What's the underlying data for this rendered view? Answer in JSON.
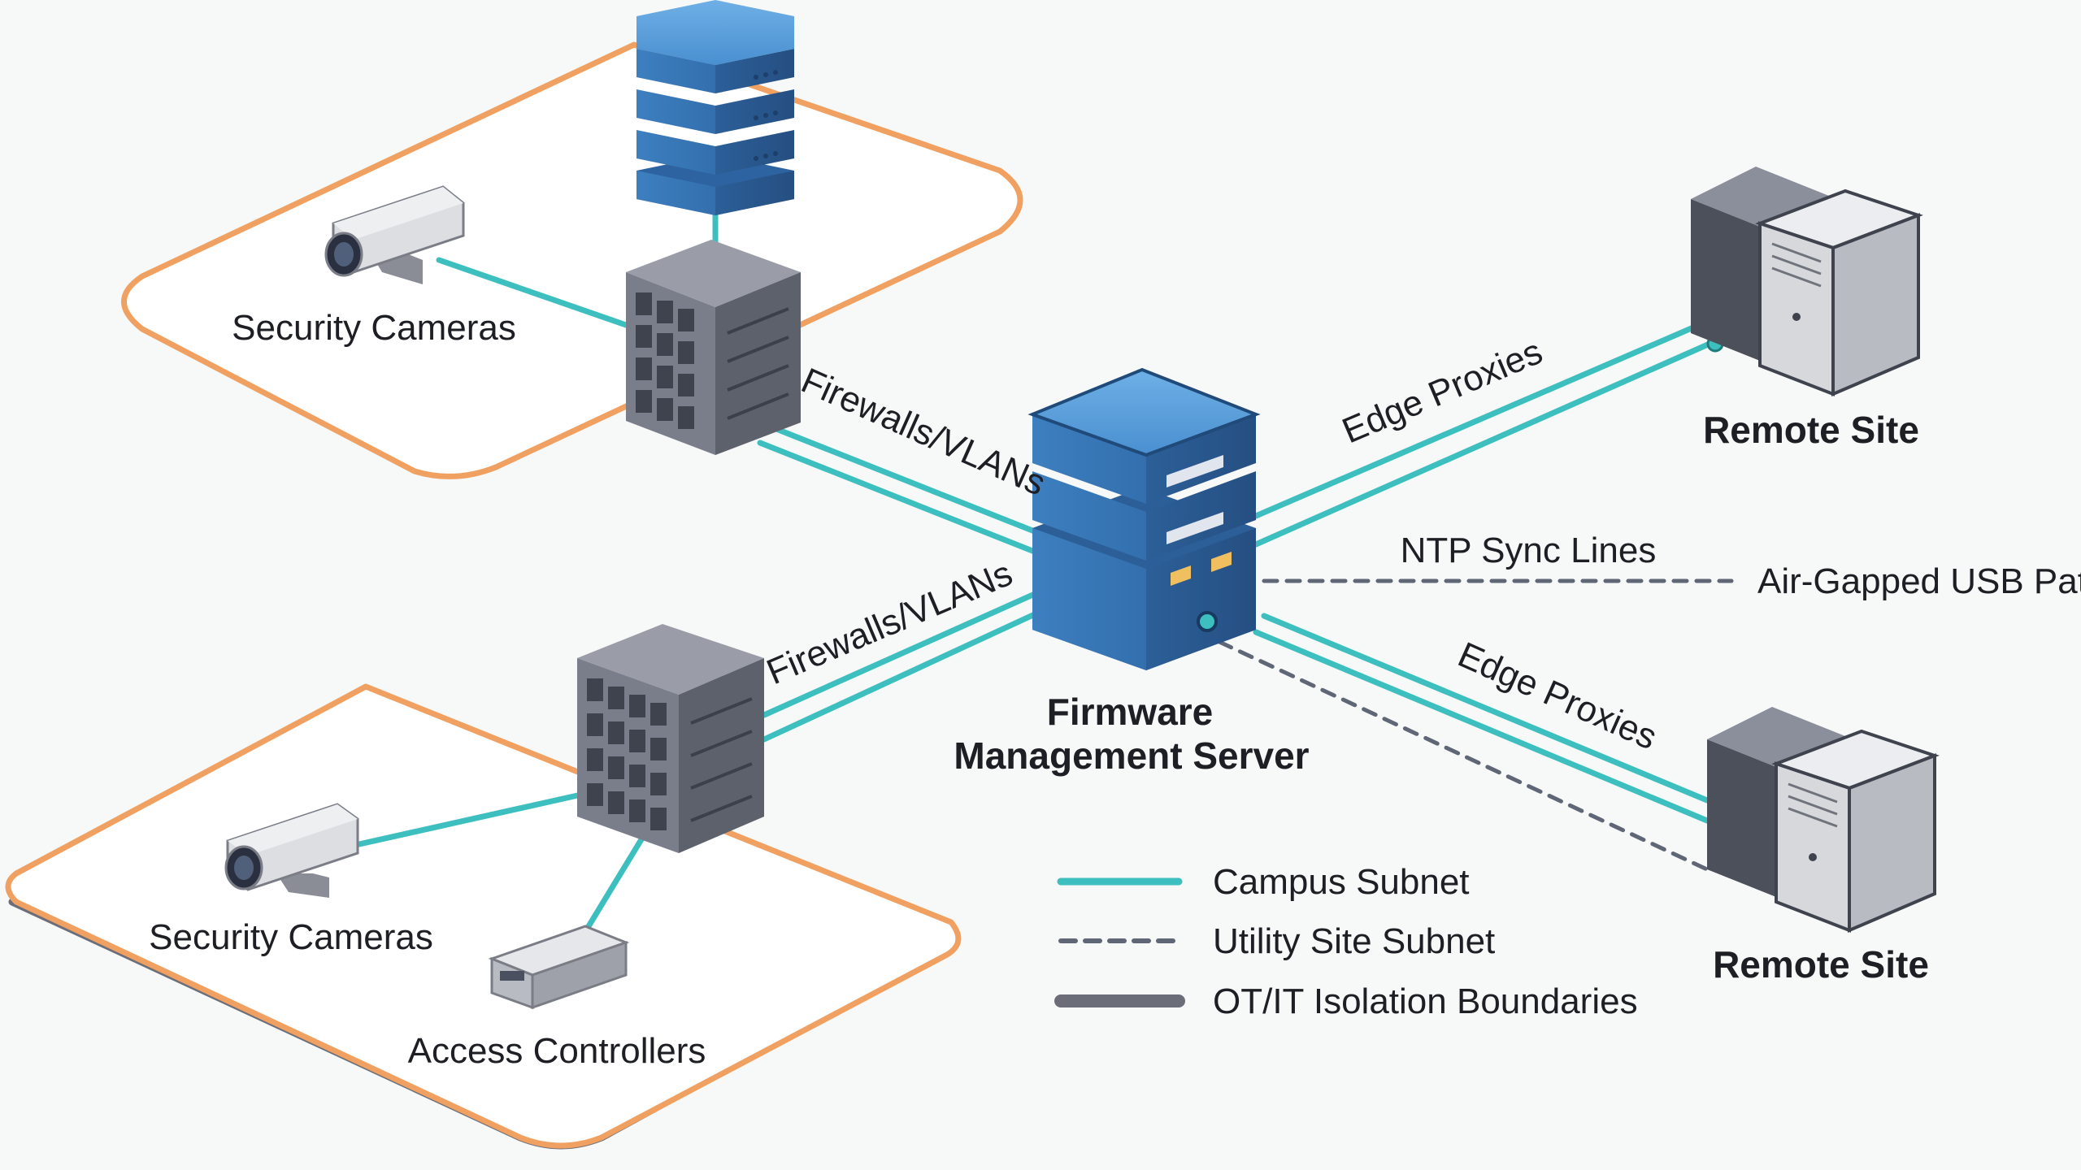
{
  "labels": {
    "security_cameras_top": "Security Cameras",
    "security_cameras_bottom": "Security Cameras",
    "access_controllers": "Access Controllers",
    "firewalls_top": "Firewalls/VLANs",
    "firewalls_bottom": "Firewalls/VLANs",
    "edge_proxies_top": "Edge Proxies",
    "edge_proxies_bottom": "Edge Proxies",
    "ntp_sync": "NTP Sync Lines",
    "air_gapped": "Air-Gapped USB Path",
    "server_line1": "Firmware",
    "server_line2": "Management Server",
    "remote_site_top": "Remote Site",
    "remote_site_bottom": "Remote Site"
  },
  "legend": {
    "campus": "Campus Subnet",
    "utility": "Utility Site Subnet",
    "isolation": "OT/IT Isolation Boundaries"
  },
  "colors": {
    "campus_line": "#3dbfbf",
    "utility_line": "#5f6675",
    "isolation_line": "#6b6e78",
    "zone_border": "#f0a060",
    "server_blue": "#3f86c6",
    "rack_gray": "#686c78"
  },
  "icons": [
    "server-stack-icon",
    "rack-switch-icon",
    "security-camera-icon",
    "access-controller-icon",
    "firmware-server-icon",
    "remote-site-tower-icon"
  ]
}
